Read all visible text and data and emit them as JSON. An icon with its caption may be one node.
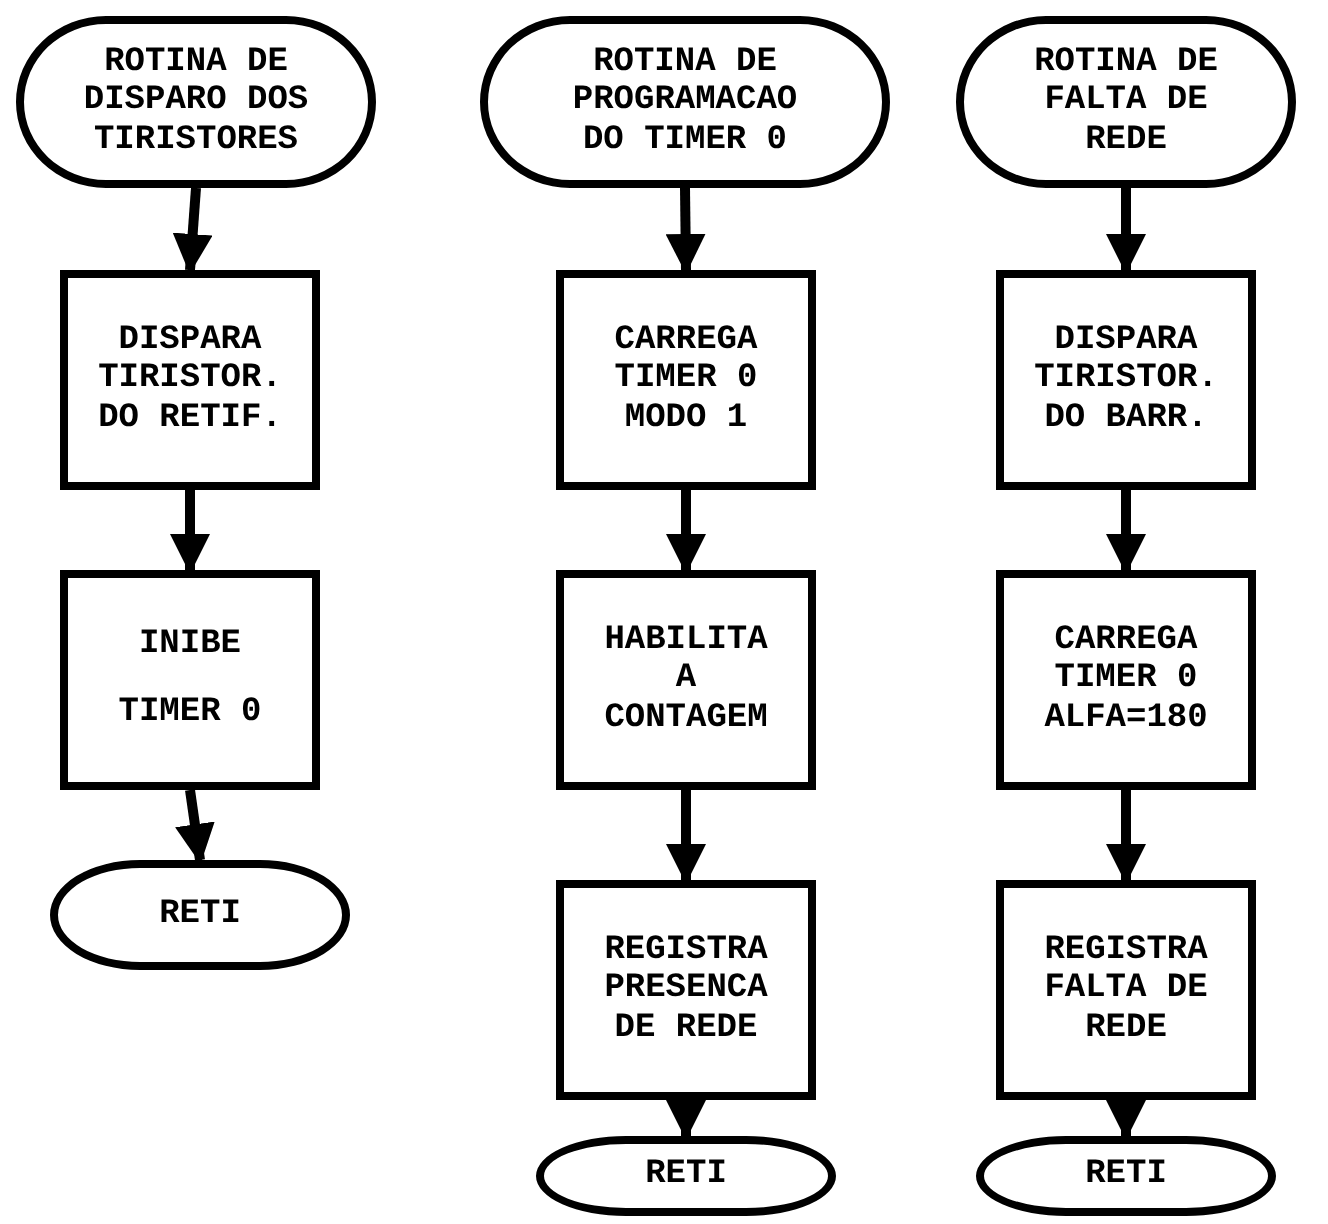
{
  "diagram": {
    "nodes": [
      {
        "text": [
          "ROTINA DE DISPARO DOS TIRISTORES"
        ]
      },
      {
        "text": [
          "DISPARA TIRISTOR. DO RETIF."
        ]
      },
      {
        "text": [
          "INIBE TIMER 0"
        ]
      },
      {
        "text": [
          "RETI"
        ]
      },
      {
        "text": [
          "ROTINA DE PROGRAMACAO DO TIMER 0"
        ]
      },
      {
        "text": [
          "CARREGA TIMER 0 MODO 1"
        ]
      },
      {
        "text": [
          "HABILITA A CONTAGEM"
        ]
      },
      {
        "text": [
          "REGISTRA PRESENCA DE REDE"
        ]
      },
      {
        "text": [
          "RETI"
        ]
      },
      {
        "text": [
          "ROTINA DE FALTA DE REDE"
        ]
      },
      {
        "text": [
          "DISPARA TIRISTOR. DO BARR."
        ]
      },
      {
        "text": [
          "CARREGA TIMER 0 ALFA=180"
        ]
      },
      {
        "text": [
          "REGISTRA FALTA DE REDE"
        ]
      },
      {
        "text": [
          "RETI"
        ]
      }
    ],
    "edges": [
      {
        "from": 0,
        "to": 1,
        "arrow": "to"
      },
      {
        "from": 1,
        "to": 2,
        "arrow": "to"
      },
      {
        "from": 2,
        "to": 3,
        "arrow": "to"
      },
      {
        "from": 4,
        "to": 5,
        "arrow": "to"
      },
      {
        "from": 5,
        "to": 6,
        "arrow": "to"
      },
      {
        "from": 6,
        "to": 7,
        "arrow": "to"
      },
      {
        "from": 7,
        "to": 8,
        "arrow": "to"
      },
      {
        "from": 9,
        "to": 10,
        "arrow": "to"
      },
      {
        "from": 10,
        "to": 11,
        "arrow": "to"
      },
      {
        "from": 11,
        "to": 12,
        "arrow": "to"
      },
      {
        "from": 12,
        "to": 13,
        "arrow": "to"
      }
    ]
  }
}
